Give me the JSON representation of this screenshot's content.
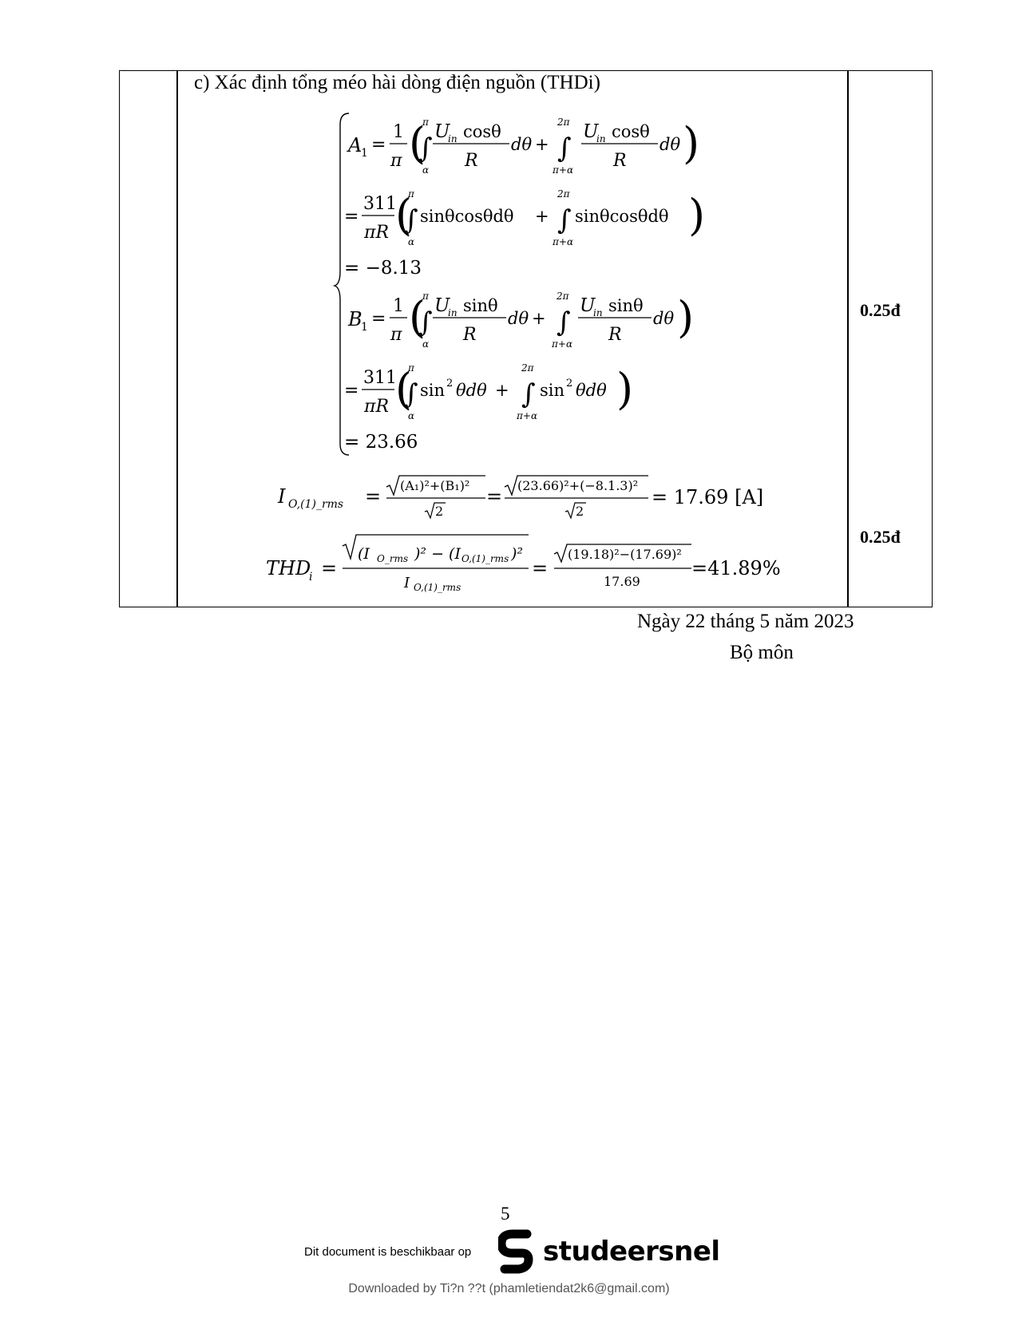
{
  "section": {
    "heading": "c) Xác định tổng méo hài dòng điện nguồn (THDi)",
    "scores": [
      "0.25đ",
      "0.25đ"
    ]
  },
  "equations": {
    "a1_label": "A",
    "a1_sub": "1",
    "one": "1",
    "pi": "π",
    "alpha": "α",
    "two_pi": "2π",
    "pi_plus_alpha": "π+α",
    "uin": "U",
    "uin_sub": "in",
    "cos_theta": "cosθ",
    "sin_theta": "sinθ",
    "R": "R",
    "dtheta": "dθ",
    "plus": "+",
    "eq": "=",
    "n311": "311",
    "piR": "πR",
    "sin_cos": "sinθcosθdθ",
    "a1_value": "= −8.13",
    "b1_label": "B",
    "sin2": "sin",
    "sq": "2",
    "theta_d_theta": "θdθ",
    "b1_value": "= 23.66",
    "irms_lhs": "I",
    "irms_sub": "O,(1)_rms",
    "irms_num1": "(A₁)²+(B₁)²",
    "irms_den1": "2",
    "irms_num2": "(23.66)²+(−8.1.3)²",
    "irms_den2": "2",
    "irms_result": "= 17.69 [A]",
    "thd_lhs": "THD",
    "thd_sub": "i",
    "thd_num": "(I",
    "thd_num_sub1": "O_rms",
    "thd_num_mid": ")² − (I",
    "thd_num_sub2": "O,(1)_rms",
    "thd_num_end": ")²",
    "thd_den": "I",
    "thd_den_sub": "O,(1)_rms",
    "thd_num2": "(19.18)²−(17.69)²",
    "thd_den2": "17.69",
    "thd_result": "=41.89%"
  },
  "signature": {
    "date": "Ngày  22  tháng 5 năm 2023",
    "dept": "Bộ môn"
  },
  "footer": {
    "page_number": "5",
    "promo": "Dit document is beschikbaar op",
    "brand": "studeersnel",
    "downloaded": "Downloaded by Ti?n ??t (phamletiendat2k6@gmail.com)"
  }
}
